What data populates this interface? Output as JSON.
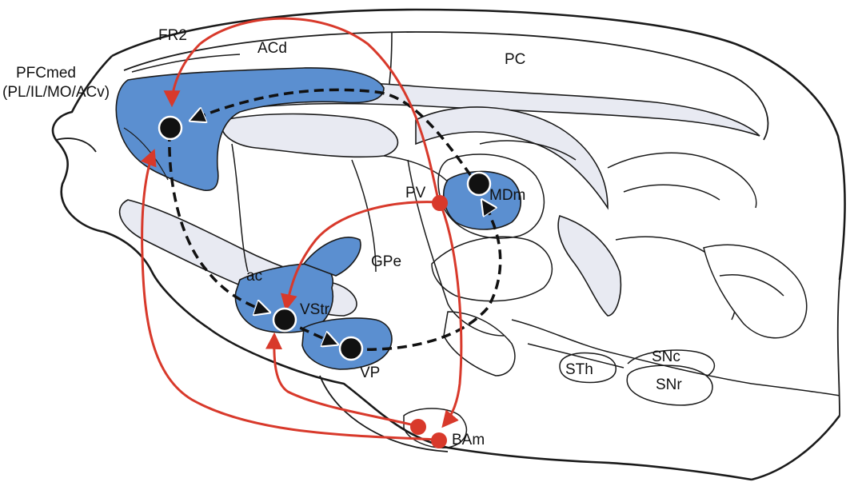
{
  "diagram": {
    "colors": {
      "region_fill": "#5b8fd0",
      "pale_fill": "#e8eaf2",
      "outline": "#1a1a1a",
      "pathway_red": "#d8392b",
      "loop_black": "#111111"
    },
    "labels": {
      "fr2": "FR2",
      "acd": "ACd",
      "pc": "PC",
      "pfcmed": "PFCmed",
      "pfcmed_sub": "(PL/IL/MO/ACv)",
      "pv": "PV",
      "mdm": "MDm",
      "gpe": "GPe",
      "ac": "ac",
      "vstr": "VStr",
      "vp": "VP",
      "sth": "STh",
      "snc": "SNc",
      "snr": "SNr",
      "bam": "BAm"
    },
    "pathways": [
      {
        "from": "PFCmed",
        "to": "VStr",
        "style": "black-dashed-loop"
      },
      {
        "from": "VStr",
        "to": "VP",
        "style": "black-dashed-loop"
      },
      {
        "from": "VP",
        "to": "MDm",
        "style": "black-dashed-loop"
      },
      {
        "from": "MDm",
        "to": "PFCmed",
        "style": "black-dashed-loop"
      },
      {
        "from": "PV",
        "to": "PFCmed",
        "style": "red-solid"
      },
      {
        "from": "PV",
        "to": "VStr",
        "style": "red-solid"
      },
      {
        "from": "PV",
        "to": "BAm",
        "style": "red-solid"
      },
      {
        "from": "BAm",
        "to": "PFCmed",
        "style": "red-solid"
      },
      {
        "from": "BAm",
        "to": "VStr",
        "style": "red-solid"
      }
    ]
  }
}
